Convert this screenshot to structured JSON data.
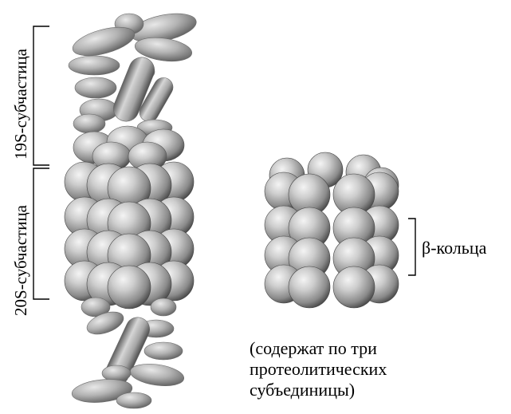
{
  "labels": {
    "subparticle_19s": "19S-субчастица",
    "subparticle_20s": "20S-субчастица",
    "beta_rings": "β-кольца",
    "note_line1": "(содержат по три",
    "note_line2": "протеолитических",
    "note_line3": "субъединицы)"
  },
  "colors": {
    "sphere_light": "#f4f4f4",
    "sphere_mid": "#a9a9a9",
    "sphere_dark": "#3e3e3e",
    "ellipsoid_light": "#e2e2e2",
    "ellipsoid_dark": "#5e5e5e",
    "bracket": "#000000"
  }
}
